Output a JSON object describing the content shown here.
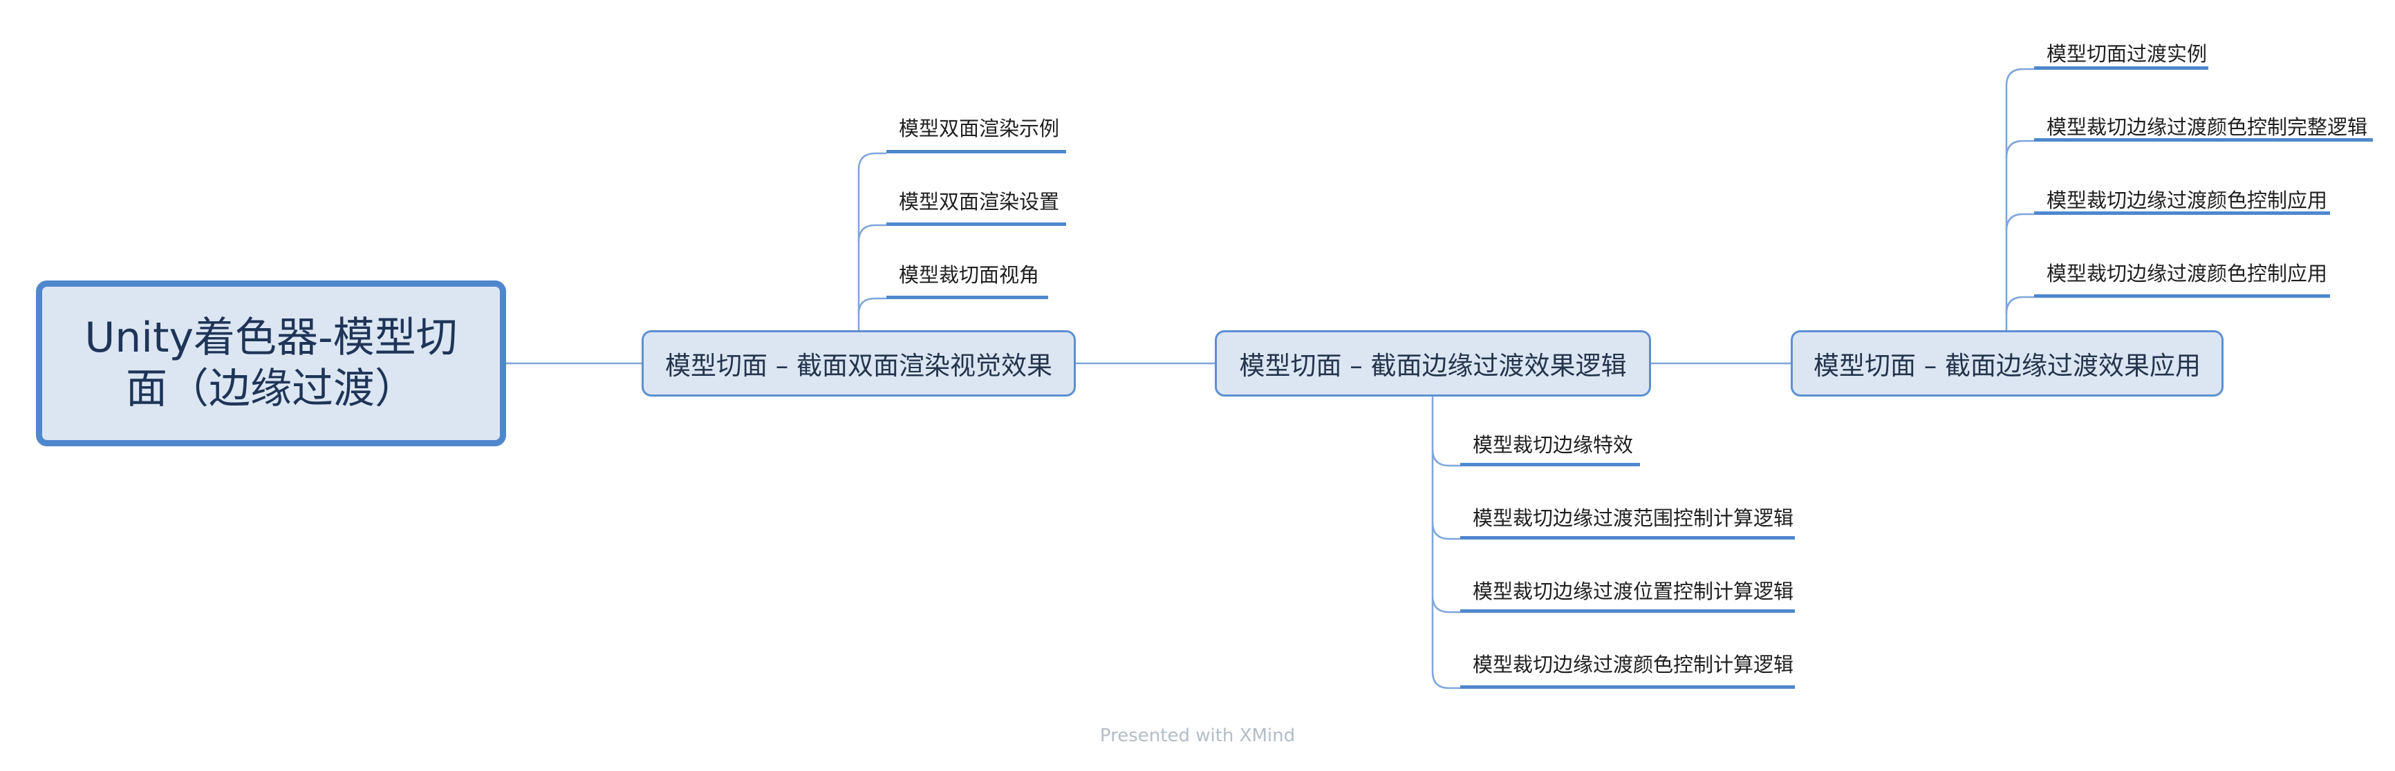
{
  "root": {
    "label": "Unity着色器-模型切面（边缘过渡）"
  },
  "topics": [
    {
      "label": "模型切面 – 截面双面渲染视觉效果",
      "children": [
        "模型双面渲染示例",
        "模型双面渲染设置",
        "模型裁切面视角"
      ]
    },
    {
      "label": "模型切面 – 截面边缘过渡效果逻辑",
      "children": [
        "模型裁切边缘特效",
        "模型裁切边缘过渡范围控制计算逻辑",
        "模型裁切边缘过渡位置控制计算逻辑",
        "模型裁切边缘过渡颜色控制计算逻辑"
      ]
    },
    {
      "label": "模型切面 – 截面边缘过渡效果应用",
      "children": [
        "模型切面过渡实例",
        "模型裁切边缘过渡颜色控制完整逻辑",
        "模型裁切边缘过渡颜色控制应用",
        "模型裁切边缘过渡颜色控制应用"
      ]
    }
  ],
  "footer": {
    "text": "Presented with XMind"
  },
  "colors": {
    "line": "#4f87cd",
    "node_fill": "#dce6f3",
    "root_border": "#4f87cd"
  }
}
